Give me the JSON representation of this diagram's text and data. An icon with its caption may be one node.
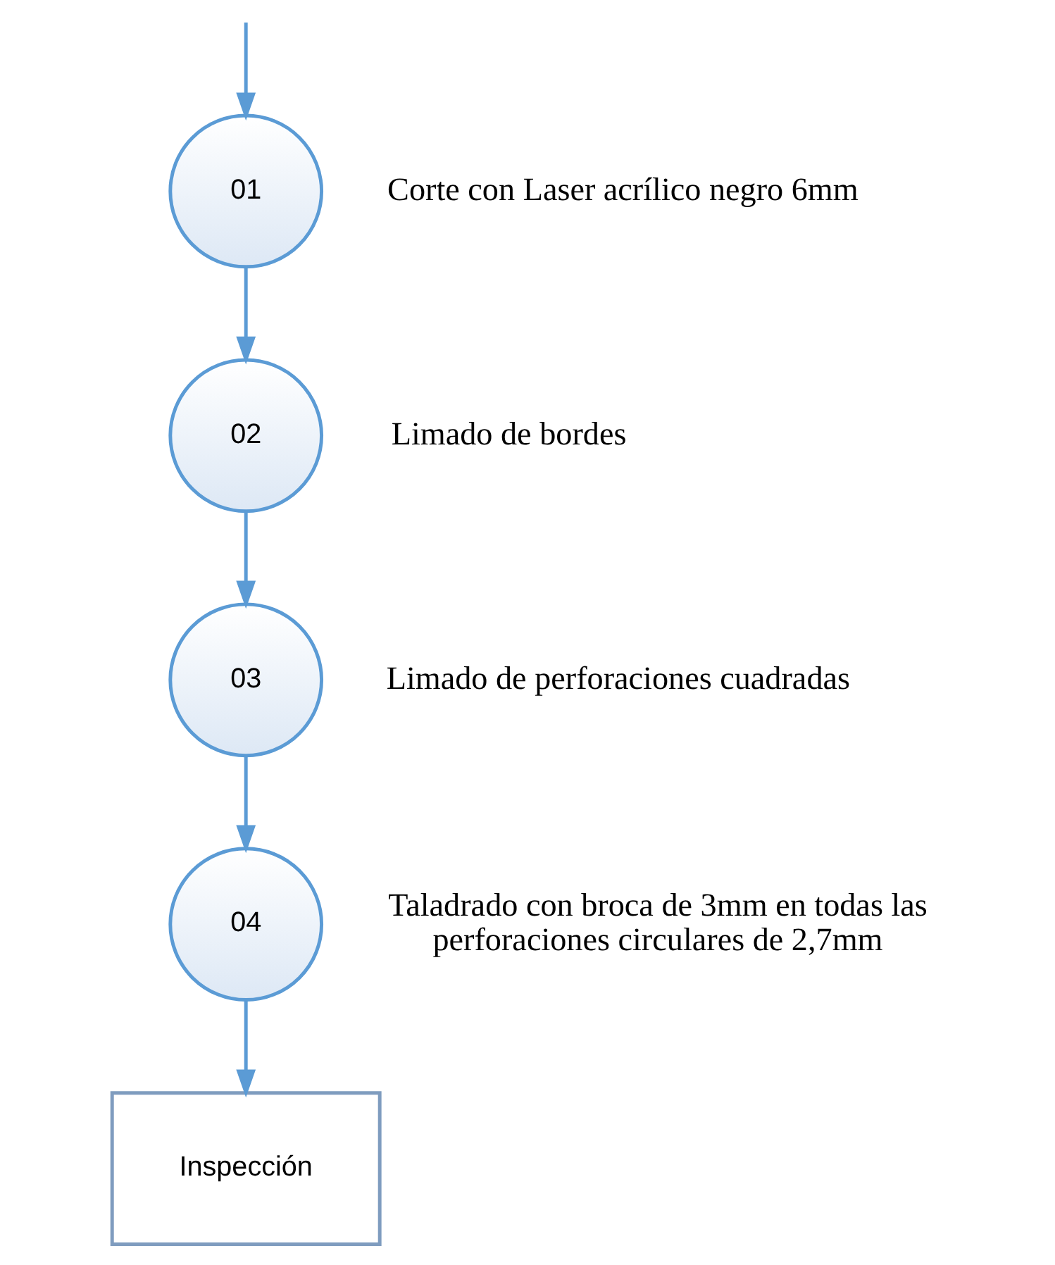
{
  "diagram": {
    "nodes": [
      {
        "text": [
          "01"
        ],
        "beside": [
          "Corte con Laser acrílico negro 6mm"
        ]
      },
      {
        "text": [
          "02"
        ],
        "beside": [
          "Limado de bordes"
        ]
      },
      {
        "text": [
          "03"
        ],
        "beside": [
          "Limado de perforaciones cuadradas"
        ]
      },
      {
        "text": [
          "04"
        ],
        "beside": [
          "Taladrado con broca de 3mm en todas las perforaciones circulares de 2,7mm"
        ]
      },
      {
        "text": [
          "Inspección"
        ]
      }
    ],
    "edges": [
      {
        "from": null,
        "to": 0,
        "arrow": "to"
      },
      {
        "from": 0,
        "to": 1,
        "arrow": "to"
      },
      {
        "from": 1,
        "to": 2,
        "arrow": "to"
      },
      {
        "from": 2,
        "to": 3,
        "arrow": "to"
      },
      {
        "from": 3,
        "to": 4,
        "arrow": "to"
      }
    ]
  }
}
